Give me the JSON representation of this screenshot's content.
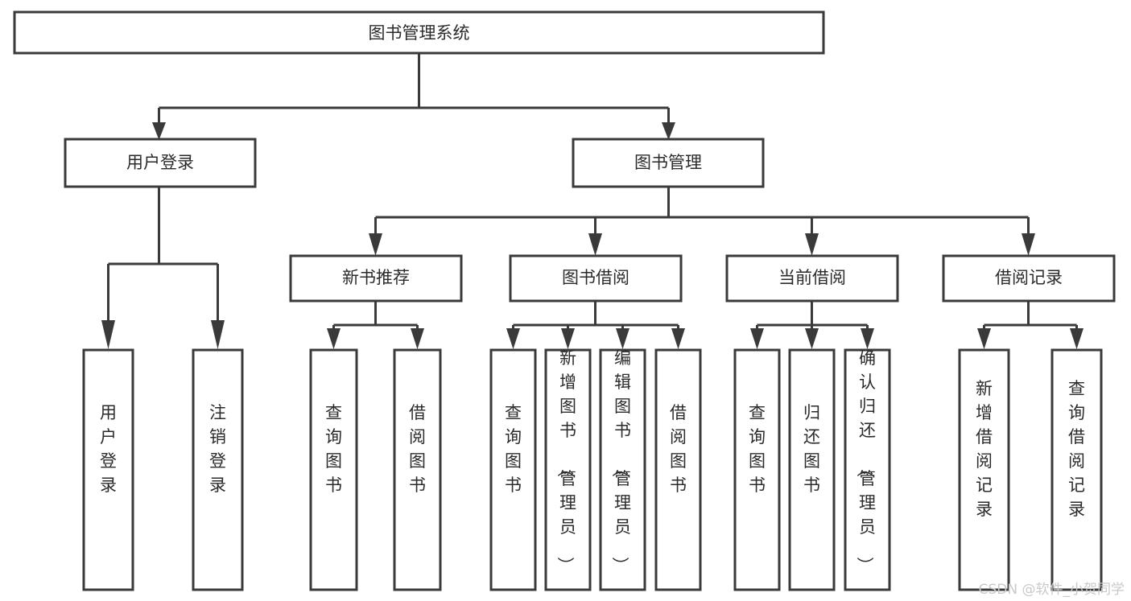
{
  "diagram": {
    "title": "图书管理系统",
    "type": "tree-hierarchy",
    "orientation": "top-down",
    "colors": {
      "box_stroke": "#3a3a3a",
      "box_fill": "#ffffff",
      "connector": "#3a3a3a",
      "text": "#2b2b2b",
      "background": "#ffffff",
      "watermark": "#c9c9c9"
    },
    "root": {
      "id": "root",
      "label": "图书管理系统",
      "orientation": "horizontal"
    },
    "level2": [
      {
        "id": "user-login",
        "label": "用户登录",
        "orientation": "horizontal"
      },
      {
        "id": "book-management",
        "label": "图书管理",
        "orientation": "horizontal"
      }
    ],
    "level3": [
      {
        "id": "new-book-recommend",
        "label": "新书推荐",
        "orientation": "horizontal",
        "parent": "book-management"
      },
      {
        "id": "book-borrow",
        "label": "图书借阅",
        "orientation": "horizontal",
        "parent": "book-management"
      },
      {
        "id": "current-borrow",
        "label": "当前借阅",
        "orientation": "horizontal",
        "parent": "book-management"
      },
      {
        "id": "borrow-record",
        "label": "借阅记录",
        "orientation": "horizontal",
        "parent": "book-management"
      }
    ],
    "leaves": [
      {
        "id": "leaf-user-login",
        "label": "用户登录",
        "orientation": "vertical",
        "parent": "user-login"
      },
      {
        "id": "leaf-logout",
        "label": "注销登录",
        "orientation": "vertical",
        "parent": "user-login"
      },
      {
        "id": "leaf-query-book-1",
        "label": "查询图书",
        "orientation": "vertical",
        "parent": "new-book-recommend"
      },
      {
        "id": "leaf-borrow-book-1",
        "label": "借阅图书",
        "orientation": "vertical",
        "parent": "new-book-recommend"
      },
      {
        "id": "leaf-query-book-2",
        "label": "查询图书",
        "orientation": "vertical",
        "parent": "book-borrow"
      },
      {
        "id": "leaf-add-book",
        "label": "新增图书（管理员）",
        "orientation": "vertical",
        "parent": "book-borrow"
      },
      {
        "id": "leaf-edit-book",
        "label": "编辑图书（管理员）",
        "orientation": "vertical",
        "parent": "book-borrow"
      },
      {
        "id": "leaf-borrow-book-2",
        "label": "借阅图书",
        "orientation": "vertical",
        "parent": "book-borrow"
      },
      {
        "id": "leaf-query-book-3",
        "label": "查询图书",
        "orientation": "vertical",
        "parent": "current-borrow"
      },
      {
        "id": "leaf-return-book",
        "label": "归还图书",
        "orientation": "vertical",
        "parent": "current-borrow"
      },
      {
        "id": "leaf-confirm-return",
        "label": "确认归还（管理员）",
        "orientation": "vertical",
        "parent": "current-borrow"
      },
      {
        "id": "leaf-add-record",
        "label": "新增借阅记录",
        "orientation": "vertical",
        "parent": "borrow-record"
      },
      {
        "id": "leaf-query-record",
        "label": "查询借阅记录",
        "orientation": "vertical",
        "parent": "borrow-record"
      }
    ]
  },
  "watermark": {
    "text": "CSDN @软件_小贺同学"
  }
}
